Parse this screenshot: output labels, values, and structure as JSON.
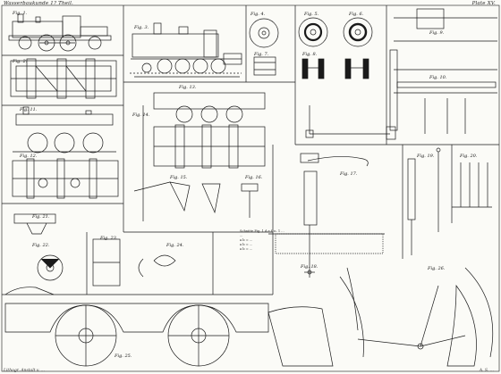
{
  "header": {
    "left": "Wasserbaukunde 1? Theil.",
    "right": "Plate XV."
  },
  "footer": {
    "left": "Lithogr. Anstalt v. ...",
    "right": "A. S. ..."
  },
  "figures": {
    "f1": "Fig. 1.",
    "f2": "Fig. 2.",
    "f3": "Fig. 3.",
    "f4": "Fig. 4.",
    "f5": "Fig. 5.",
    "f6": "Fig. 6.",
    "f7": "Fig. 7.",
    "f8": "Fig. 8.",
    "f9": "Fig. 9.",
    "f10": "Fig. 10.",
    "f11": "Fig. 11.",
    "f12": "Fig. 12.",
    "f13": "Fig. 13.",
    "f14": "Fig. 14.",
    "f15": "Fig. 15.",
    "f16": "Fig. 16.",
    "f17": "Fig. 17.",
    "f18": "Fig. 18.",
    "f19": "Fig. 19.",
    "f20": "Fig. 20.",
    "f21": "Fig. 21.",
    "f22": "Fig. 22.",
    "f23": "Fig. 23.",
    "f24": "Fig. 24.",
    "f25": "Fig. 25.",
    "f26": "Fig. 26."
  },
  "table_note": {
    "title": "Schnitte Fig. 1 d.e.f. n. 1 ...",
    "rows": [
      "...",
      "a b = ...",
      "a b = ...",
      "a b = ..."
    ]
  }
}
